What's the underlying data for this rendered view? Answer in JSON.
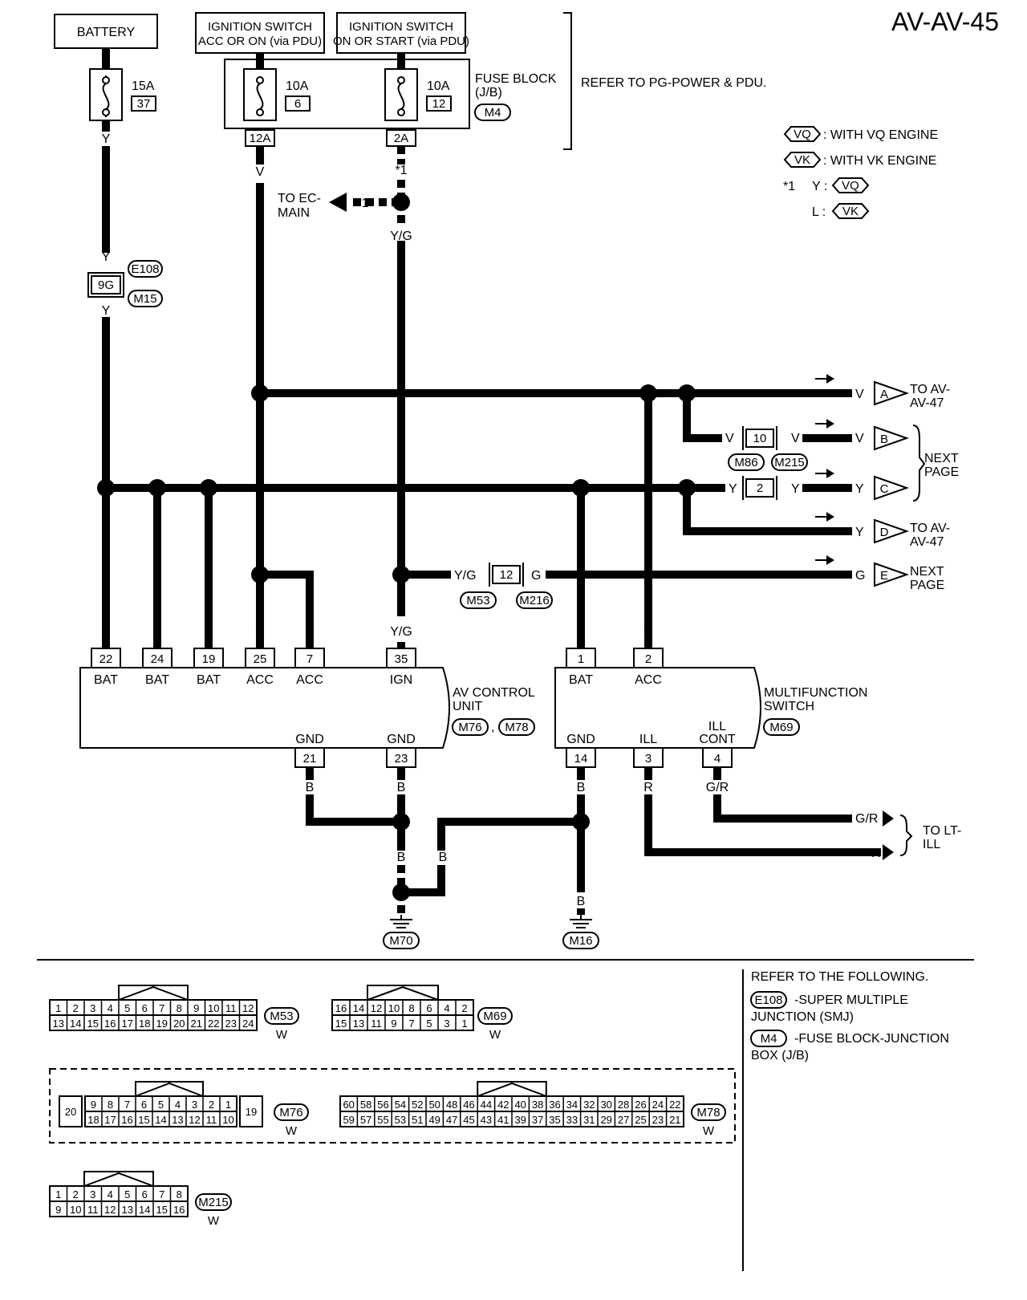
{
  "page_id": "AV-AV-45",
  "blocks": {
    "battery": "BATTERY",
    "ign_acc": [
      "IGNITION SWITCH",
      "ACC OR ON (via PDU)"
    ],
    "ign_start": [
      "IGNITION SWITCH",
      "ON OR START (via PDU)"
    ],
    "fuse_block": [
      "FUSE BLOCK",
      "(J/B)"
    ],
    "fuse_block_conn": "M4",
    "refer_pg": "REFER TO PG-POWER & PDU.",
    "av_unit": [
      "AV CONTROL",
      "UNIT"
    ],
    "av_unit_conn": [
      "M76",
      "M78"
    ],
    "multi_switch": [
      "MULTIFUNCTION",
      "SWITCH"
    ],
    "multi_switch_conn": "M69"
  },
  "fuses": [
    {
      "amp": "15A",
      "num": "37"
    },
    {
      "amp": "10A",
      "num": "6"
    },
    {
      "amp": "10A",
      "num": "12"
    }
  ],
  "legend": {
    "vq_tag": "VQ",
    "vq_text": ": WITH VQ ENGINE",
    "vk_tag": "VK",
    "vk_text": ": WITH VK ENGINE",
    "star1": "*1",
    "star_y": "Y :",
    "star_y_tag": "VQ",
    "star_l": "L :",
    "star_l_tag": "VK"
  },
  "wire_colors": {
    "y": "Y",
    "v": "V",
    "yg": "Y/G",
    "g": "G",
    "b": "B",
    "r": "R",
    "gr": "G/R"
  },
  "terminals": {
    "t12a": "12A",
    "t2a": "2A",
    "t9g": "9G",
    "av": [
      "22",
      "24",
      "19",
      "25",
      "7",
      "35"
    ],
    "av_labels": [
      "BAT",
      "BAT",
      "BAT",
      "ACC",
      "ACC",
      "IGN"
    ],
    "av_gnd": [
      "21",
      "23"
    ],
    "gnd": "GND",
    "ms": [
      "1",
      "2"
    ],
    "ms_labels": [
      "BAT",
      "ACC"
    ],
    "ms_bottom": [
      "14",
      "3",
      "4"
    ],
    "ms_bottom_labels": [
      "GND",
      "ILL",
      "ILL",
      "CONT"
    ],
    "j10": "10",
    "j2": "2",
    "j12": "12"
  },
  "connectors": {
    "e108": "E108",
    "m15": "M15",
    "m86": "M86",
    "m215": "M215",
    "m53": "M53",
    "m216": "M216",
    "m70": "M70",
    "m16": "M16"
  },
  "offpage": {
    "to_ec": [
      "TO EC-",
      "MAIN"
    ],
    "star": "*1",
    "a": "A",
    "b": "B",
    "c": "C",
    "d": "D",
    "e": "E",
    "to_av47": [
      "TO AV-",
      "AV-47"
    ],
    "next_page": [
      "NEXT",
      "PAGE"
    ],
    "to_lt": [
      "TO LT-",
      "ILL"
    ]
  },
  "bottom": {
    "refer_title": "REFER TO THE FOLLOWING.",
    "e108_tag": "E108",
    "e108_text": [
      "-SUPER MULTIPLE",
      "JUNCTION (SMJ)"
    ],
    "m4_tag": "M4",
    "m4_text": [
      "-FUSE BLOCK-JUNCTION",
      "BOX (J/B)"
    ],
    "w": "W",
    "m53_top": [
      "1",
      "2",
      "3",
      "4",
      "5",
      "6",
      "7",
      "8",
      "9",
      "10",
      "11",
      "12"
    ],
    "m53_bot": [
      "13",
      "14",
      "15",
      "16",
      "17",
      "18",
      "19",
      "20",
      "21",
      "22",
      "23",
      "24"
    ],
    "m69_top": [
      "16",
      "14",
      "12",
      "10",
      "8",
      "6",
      "4",
      "2"
    ],
    "m69_bot": [
      "15",
      "13",
      "11",
      "9",
      "7",
      "5",
      "3",
      "1"
    ],
    "m76_left": "20",
    "m76_top": [
      "9",
      "8",
      "7",
      "6",
      "5",
      "4",
      "3",
      "2",
      "1"
    ],
    "m76_bot": [
      "18",
      "17",
      "16",
      "15",
      "14",
      "13",
      "12",
      "11",
      "10"
    ],
    "m76_right": "19",
    "m78_top": [
      "60",
      "58",
      "56",
      "54",
      "52",
      "50",
      "48",
      "46",
      "44",
      "42",
      "40",
      "38",
      "36",
      "34",
      "32",
      "30",
      "28",
      "26",
      "24",
      "22"
    ],
    "m78_bot": [
      "59",
      "57",
      "55",
      "53",
      "51",
      "49",
      "47",
      "45",
      "43",
      "41",
      "39",
      "37",
      "35",
      "33",
      "31",
      "29",
      "27",
      "25",
      "23",
      "21"
    ],
    "m215_top": [
      "1",
      "2",
      "3",
      "4",
      "5",
      "6",
      "7",
      "8"
    ],
    "m215_bot": [
      "9",
      "10",
      "11",
      "12",
      "13",
      "14",
      "15",
      "16"
    ],
    "m53": "M53",
    "m69": "M69",
    "m76": "M76",
    "m78": "M78",
    "m215": "M215"
  }
}
